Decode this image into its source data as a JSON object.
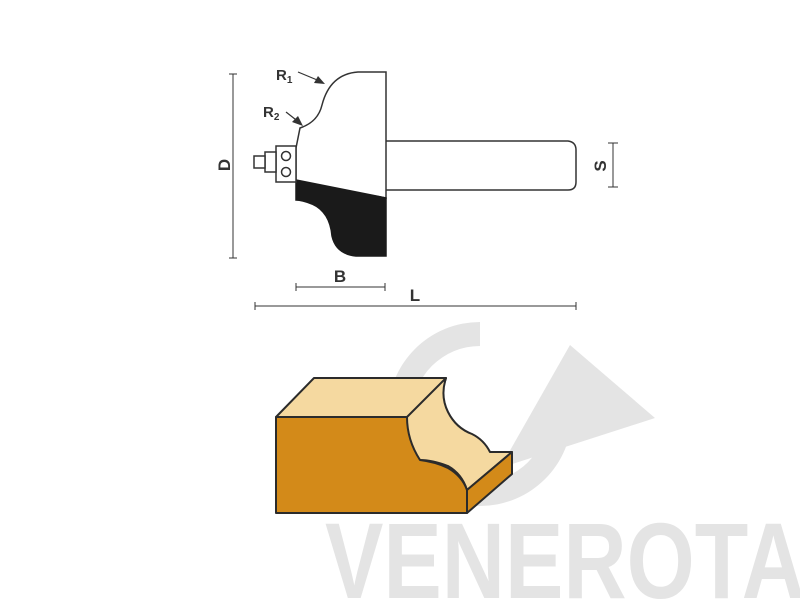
{
  "labels": {
    "r1": {
      "main": "R",
      "sub": "1"
    },
    "r2": {
      "main": "R",
      "sub": "2"
    },
    "d": "D",
    "s": "S",
    "b": "B",
    "l": "L"
  },
  "watermark": {
    "text": "VENEROTA",
    "color": "#e4e4e4"
  },
  "colors": {
    "line": "#333333",
    "cutter": "#1a1a1a",
    "wood_top": "#f5d9a0",
    "wood_front": "#d38a19",
    "wood_outline": "#2b2b2b"
  }
}
